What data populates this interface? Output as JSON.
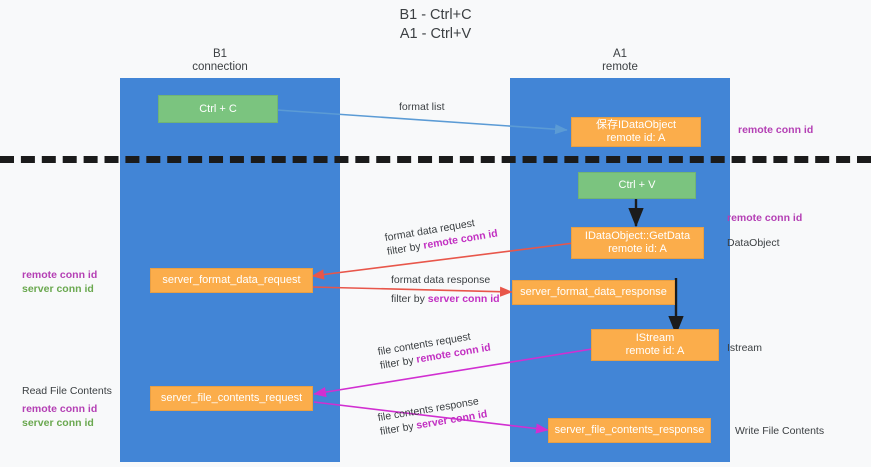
{
  "title": "B1 - Ctrl+C\nA1 - Ctrl+V",
  "columns": {
    "left": {
      "header": "B1\nconnection"
    },
    "right": {
      "header": "A1\nremote"
    }
  },
  "nodes": {
    "ctrl_c": {
      "label": "Ctrl + C"
    },
    "save_idataobject": {
      "label": "保存IDataObject\nremote id: A"
    },
    "ctrl_v": {
      "label": "Ctrl + V"
    },
    "idataobject_getdata": {
      "label": "IDataObject::GetData\nremote id: A"
    },
    "server_format_data_request": {
      "label": "server_format_data_request"
    },
    "server_format_data_response": {
      "label": "server_format_data_response"
    },
    "istream": {
      "label": "IStream\nremote id: A"
    },
    "server_file_contents_request": {
      "label": "server_file_contents_request"
    },
    "server_file_contents_response": {
      "label": "server_file_contents_response"
    }
  },
  "edge_labels": {
    "format_list": {
      "line1": "format list"
    },
    "format_data_request": {
      "line1": "format data request",
      "line2_prefix": "filter by ",
      "line2_key": "remote conn id"
    },
    "format_data_response": {
      "line1": "format data response",
      "line2_prefix": "filter by ",
      "line2_key": "server conn id"
    },
    "file_contents_request": {
      "line1": "file contents request",
      "line2_prefix": "filter by ",
      "line2_key": "remote conn id"
    },
    "file_contents_response": {
      "line1": "file contents response",
      "line2_prefix": "filter by ",
      "line2_key": "server conn id"
    }
  },
  "annotations": {
    "right_top_remote_conn_id": "remote conn id",
    "right_mid_remote_conn_id": "remote conn id",
    "right_dataobject": "DataObject",
    "right_istream": "Istream",
    "right_write_file_contents": "Write File Contents",
    "left_ids_top": {
      "remote": "remote conn id",
      "server": "server conn id"
    },
    "left_read_file_contents": "Read File Contents",
    "left_ids_bottom": {
      "remote": "remote conn id",
      "server": "server conn id"
    }
  },
  "colors": {
    "lane": "#4285d6",
    "green_node": "#7bc47f",
    "orange_node": "#fbad4b",
    "arrow_blue": "#5b9bd5",
    "arrow_red": "#e8564a",
    "arrow_magenta": "#d12fd1",
    "arrow_black": "#1b1b1b",
    "remote_text": "#b43fb4",
    "server_text": "#6aa84f",
    "divider": "#1b1b1b"
  }
}
